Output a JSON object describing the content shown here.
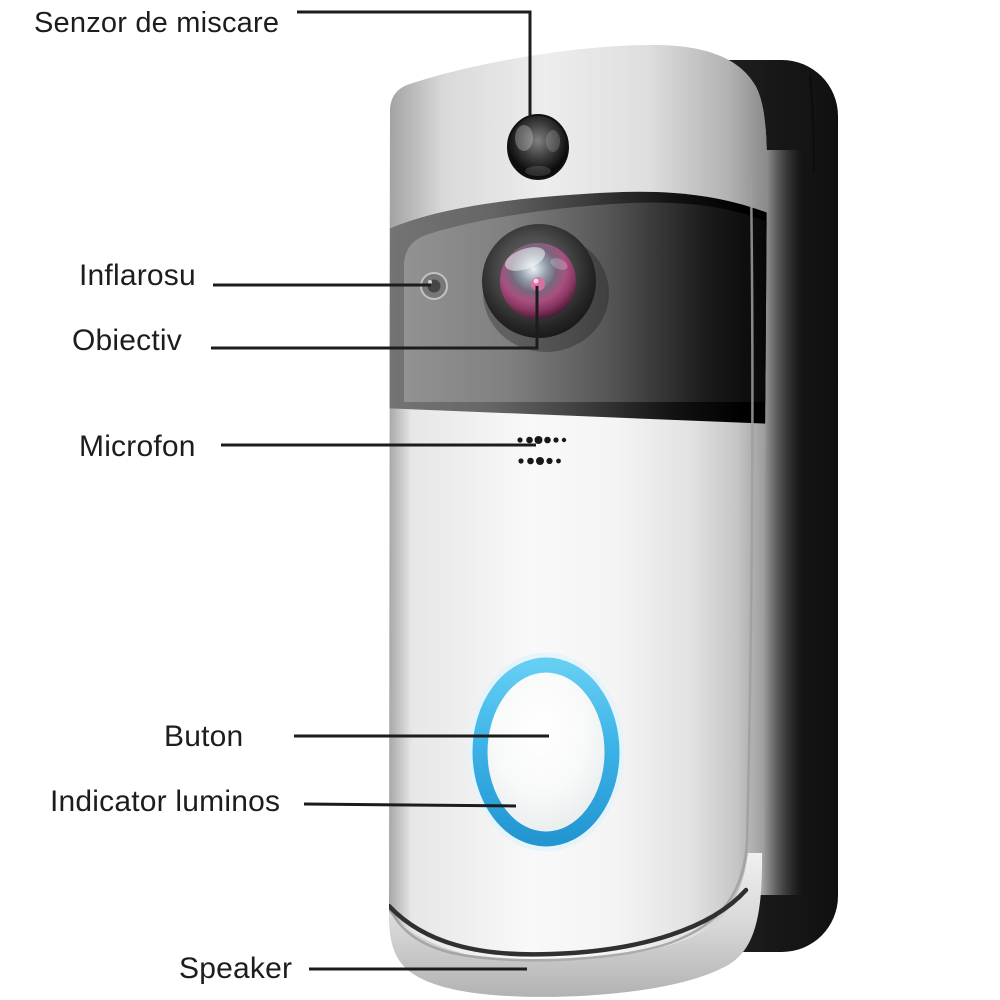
{
  "diagram": {
    "labels": {
      "motion_sensor": "Senzor de miscare",
      "infrared": "Inflarosu",
      "lens": "Obiectiv",
      "microphone": "Microfon",
      "button": "Buton",
      "light_indicator": "Indicator luminos",
      "speaker": "Speaker"
    },
    "colors": {
      "background": "#ffffff",
      "label_text": "#1d1d1d",
      "leader_line": "#1c1c1c",
      "indicator_ring_blue": "#3db4e8",
      "lens_iris_pink": "#a85080",
      "body_silver": "#d9d9d9",
      "body_white": "#f6f6f6",
      "camera_panel_dark": "#1a1a1a",
      "side_dark": "#262626"
    }
  }
}
